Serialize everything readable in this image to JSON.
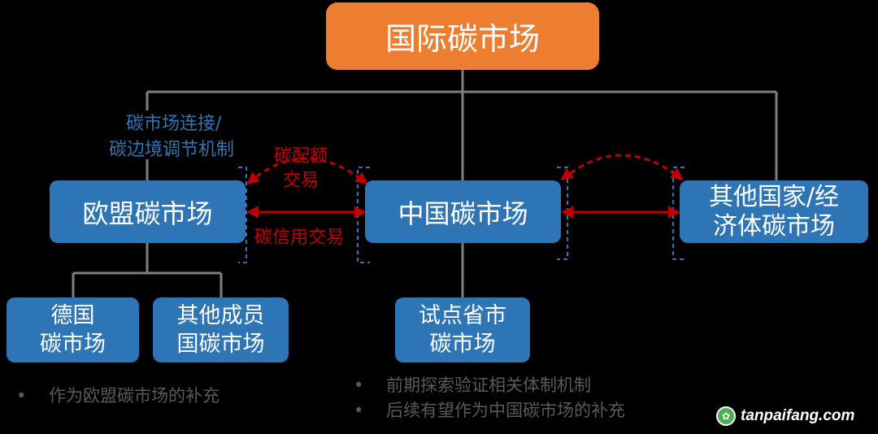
{
  "root": {
    "label": "国际碳市场"
  },
  "eu": {
    "label": "欧盟碳市场"
  },
  "china": {
    "label": "中国碳市场"
  },
  "other": {
    "line1": "其他国家/经",
    "line2": "济体碳市场"
  },
  "germany": {
    "line1": "德国",
    "line2": "碳市场"
  },
  "other_members": {
    "line1": "其他成员",
    "line2": "国碳市场"
  },
  "pilot": {
    "line1": "试点省市",
    "line2": "碳市场"
  },
  "link_label": {
    "line1": "碳市场连接/",
    "line2": "碳边境调节机制"
  },
  "allowance_trade": {
    "line1": "碳配额",
    "line2": "交易"
  },
  "credit_trade": {
    "label": "碳信用交易"
  },
  "notes": {
    "eu": "作为欧盟碳市场的补充",
    "pilot_1": "前期探索验证相关体制机制",
    "pilot_2": "后续有望作为中国碳市场的补充"
  },
  "bullet": "•",
  "watermark": "tanpaifang.com",
  "colors": {
    "root": "#ed7d31",
    "box": "#2e75b6",
    "trade": "#c00000",
    "connector": "#7f7f7f",
    "note": "#595959"
  }
}
